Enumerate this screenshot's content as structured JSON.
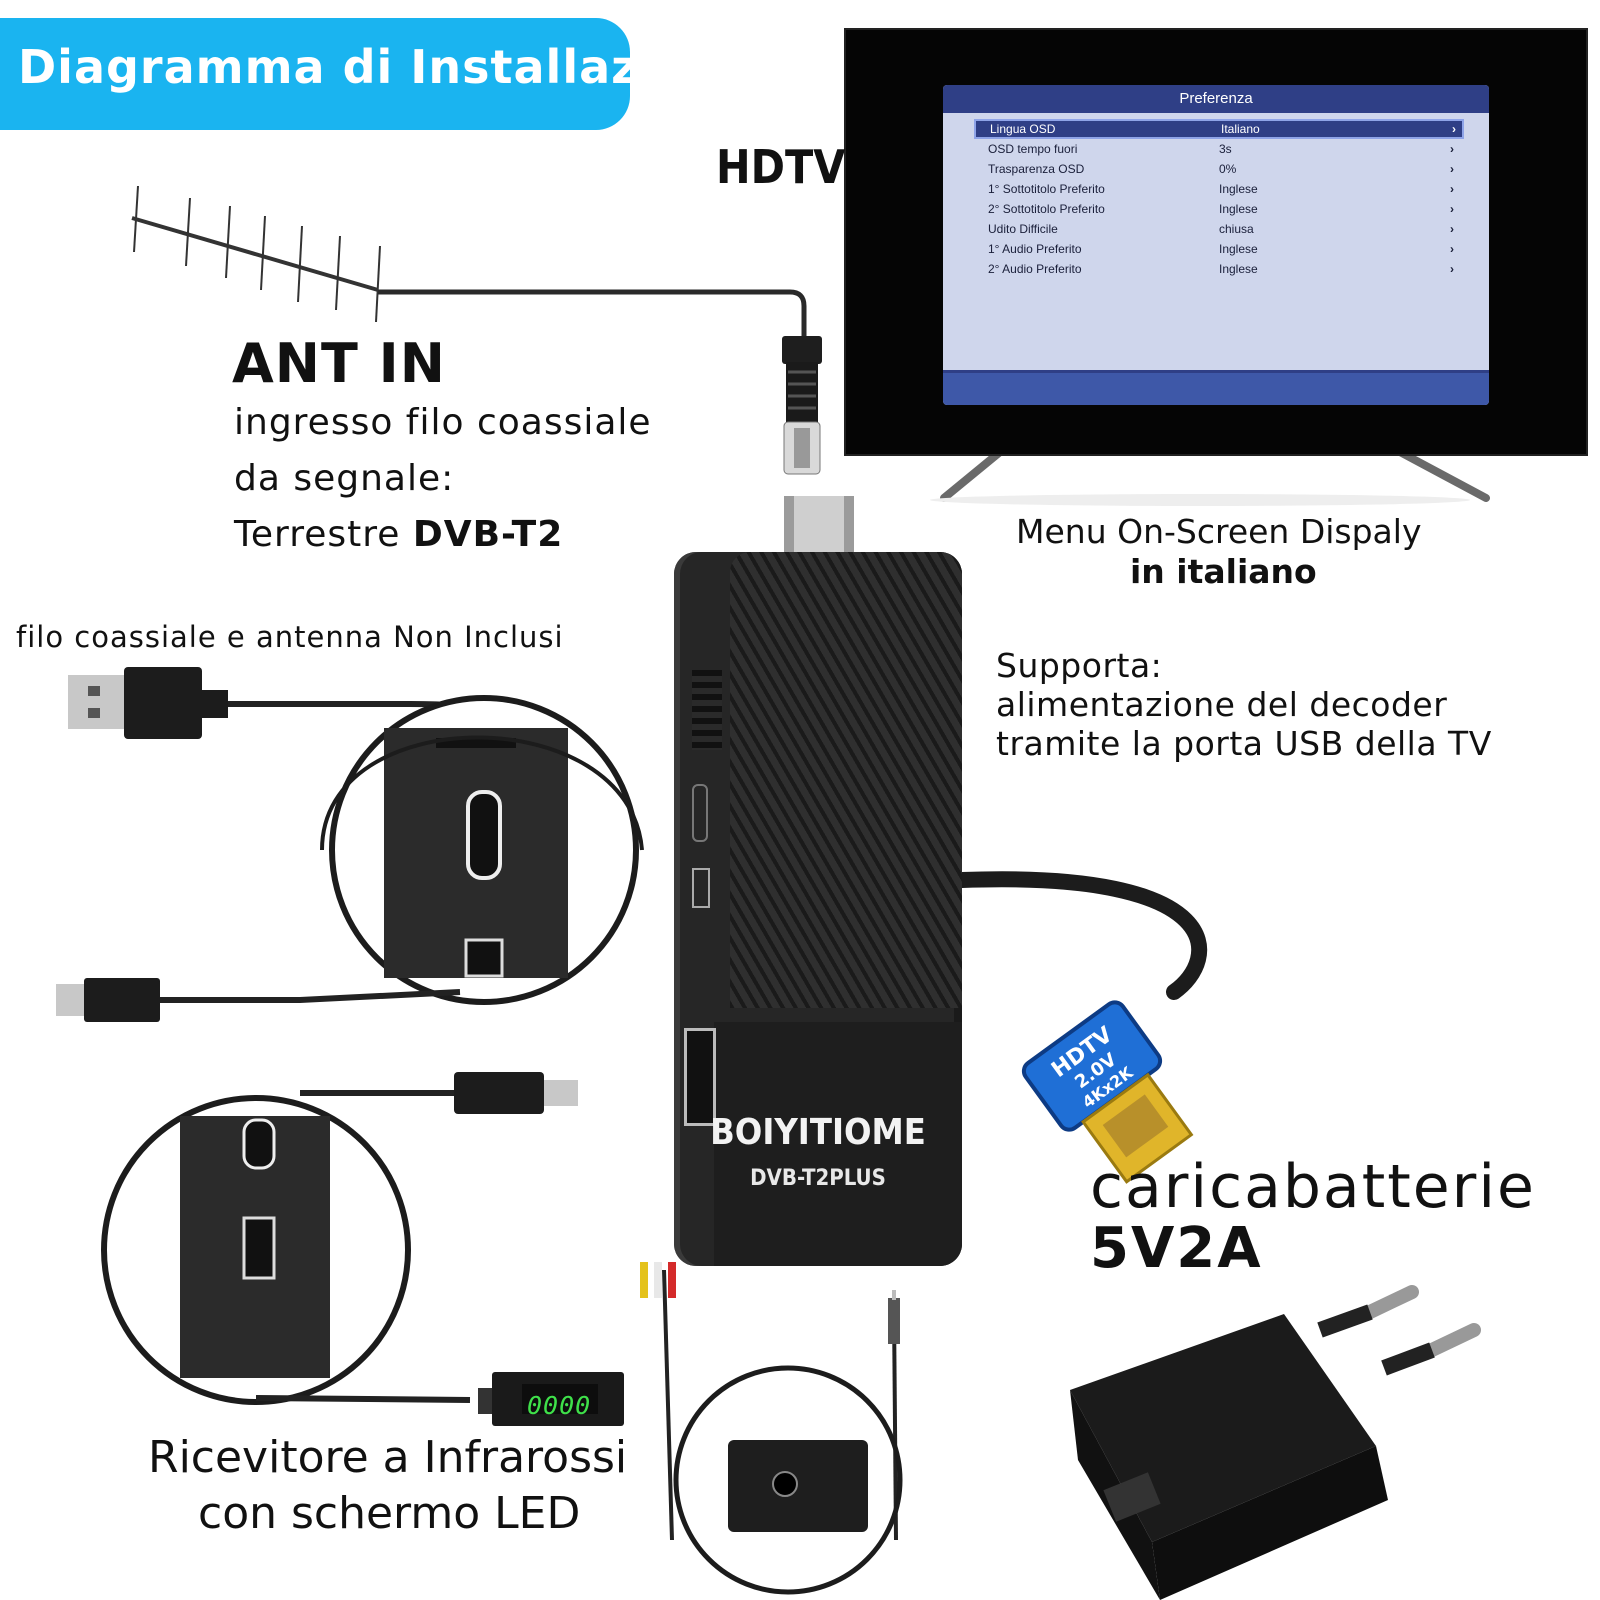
{
  "banner": {
    "title": "Diagramma di Installazione"
  },
  "tv": {
    "label": "HDTV",
    "menu": {
      "title": "Preferenza",
      "rows": [
        {
          "label": "Lingua OSD",
          "value": "Italiano",
          "selected": true
        },
        {
          "label": "OSD tempo fuori",
          "value": "3s"
        },
        {
          "label": "Trasparenza OSD",
          "value": "0%"
        },
        {
          "label": "1° Sottotitolo Preferito",
          "value": "Inglese"
        },
        {
          "label": "2° Sottotitolo Preferito",
          "value": "Inglese"
        },
        {
          "label": "Udito Difficile",
          "value": "chiusa"
        },
        {
          "label": "1° Audio Preferito",
          "value": "Inglese"
        },
        {
          "label": "2° Audio  Preferito",
          "value": "Inglese"
        }
      ],
      "arrow": "›"
    },
    "caption_line1": "Menu On-Screen Dispaly",
    "caption_line2": "in italiano"
  },
  "antenna": {
    "title": "ANT IN",
    "line1": "ingresso filo coassiale",
    "line2": "da segnale:",
    "line3_prefix": "Terrestre ",
    "line3_bold": "DVB-T2",
    "note": "filo coassiale e antenna  Non Inclusi"
  },
  "support": {
    "line1": "Supporta:",
    "line2": "alimentazione del decoder",
    "line3": "tramite la porta USB della TV"
  },
  "device": {
    "brand": "BOIYITIOME",
    "model": "DVB-T2PLUS"
  },
  "hdmi": {
    "label_line1": "HDTV",
    "label_line2": "2.0V",
    "label_line3": "4Kx2K"
  },
  "charger": {
    "line1": "caricabatterie",
    "line2": "5V2A"
  },
  "ir": {
    "line1": "Ricevitore a Infrarossi",
    "line2": "con schermo LED",
    "display": "0000"
  },
  "colors": {
    "banner": "#1ab4f0",
    "hdmi_blue": "#1f6fd6",
    "hdmi_gold": "#e0b52a",
    "led_green": "#3fe04a"
  }
}
